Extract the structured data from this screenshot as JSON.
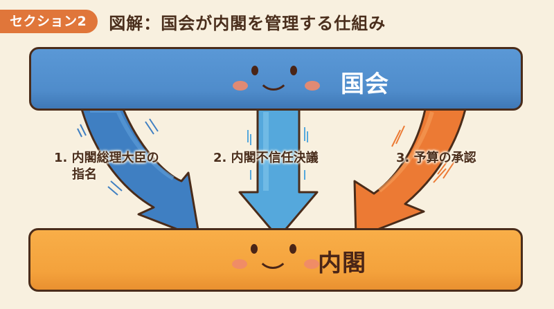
{
  "header": {
    "section_label": "セクション2",
    "title": "図解：国会が内閣を管理する仕組み"
  },
  "boxes": {
    "top": {
      "label": "国会",
      "color": "#4f8ccb"
    },
    "bottom": {
      "label": "内閣",
      "color": "#f4a23c"
    }
  },
  "arrows": [
    {
      "label_line1": "1. 内閣総理大臣の",
      "label_line2": "指名",
      "color": "#3f7fc2",
      "direction": "curved-down-right"
    },
    {
      "label_line1": "2. 内閣不信任決議",
      "label_line2": "",
      "color": "#55a8dc",
      "direction": "straight-down"
    },
    {
      "label_line1": "3. 予算の承認",
      "label_line2": "",
      "color": "#ec7a34",
      "direction": "curved-down-left"
    }
  ],
  "colors": {
    "background": "#f8f0df",
    "badge": "#e0763a",
    "outline": "#4a2c1a",
    "text_dark": "#4a2e1c"
  }
}
